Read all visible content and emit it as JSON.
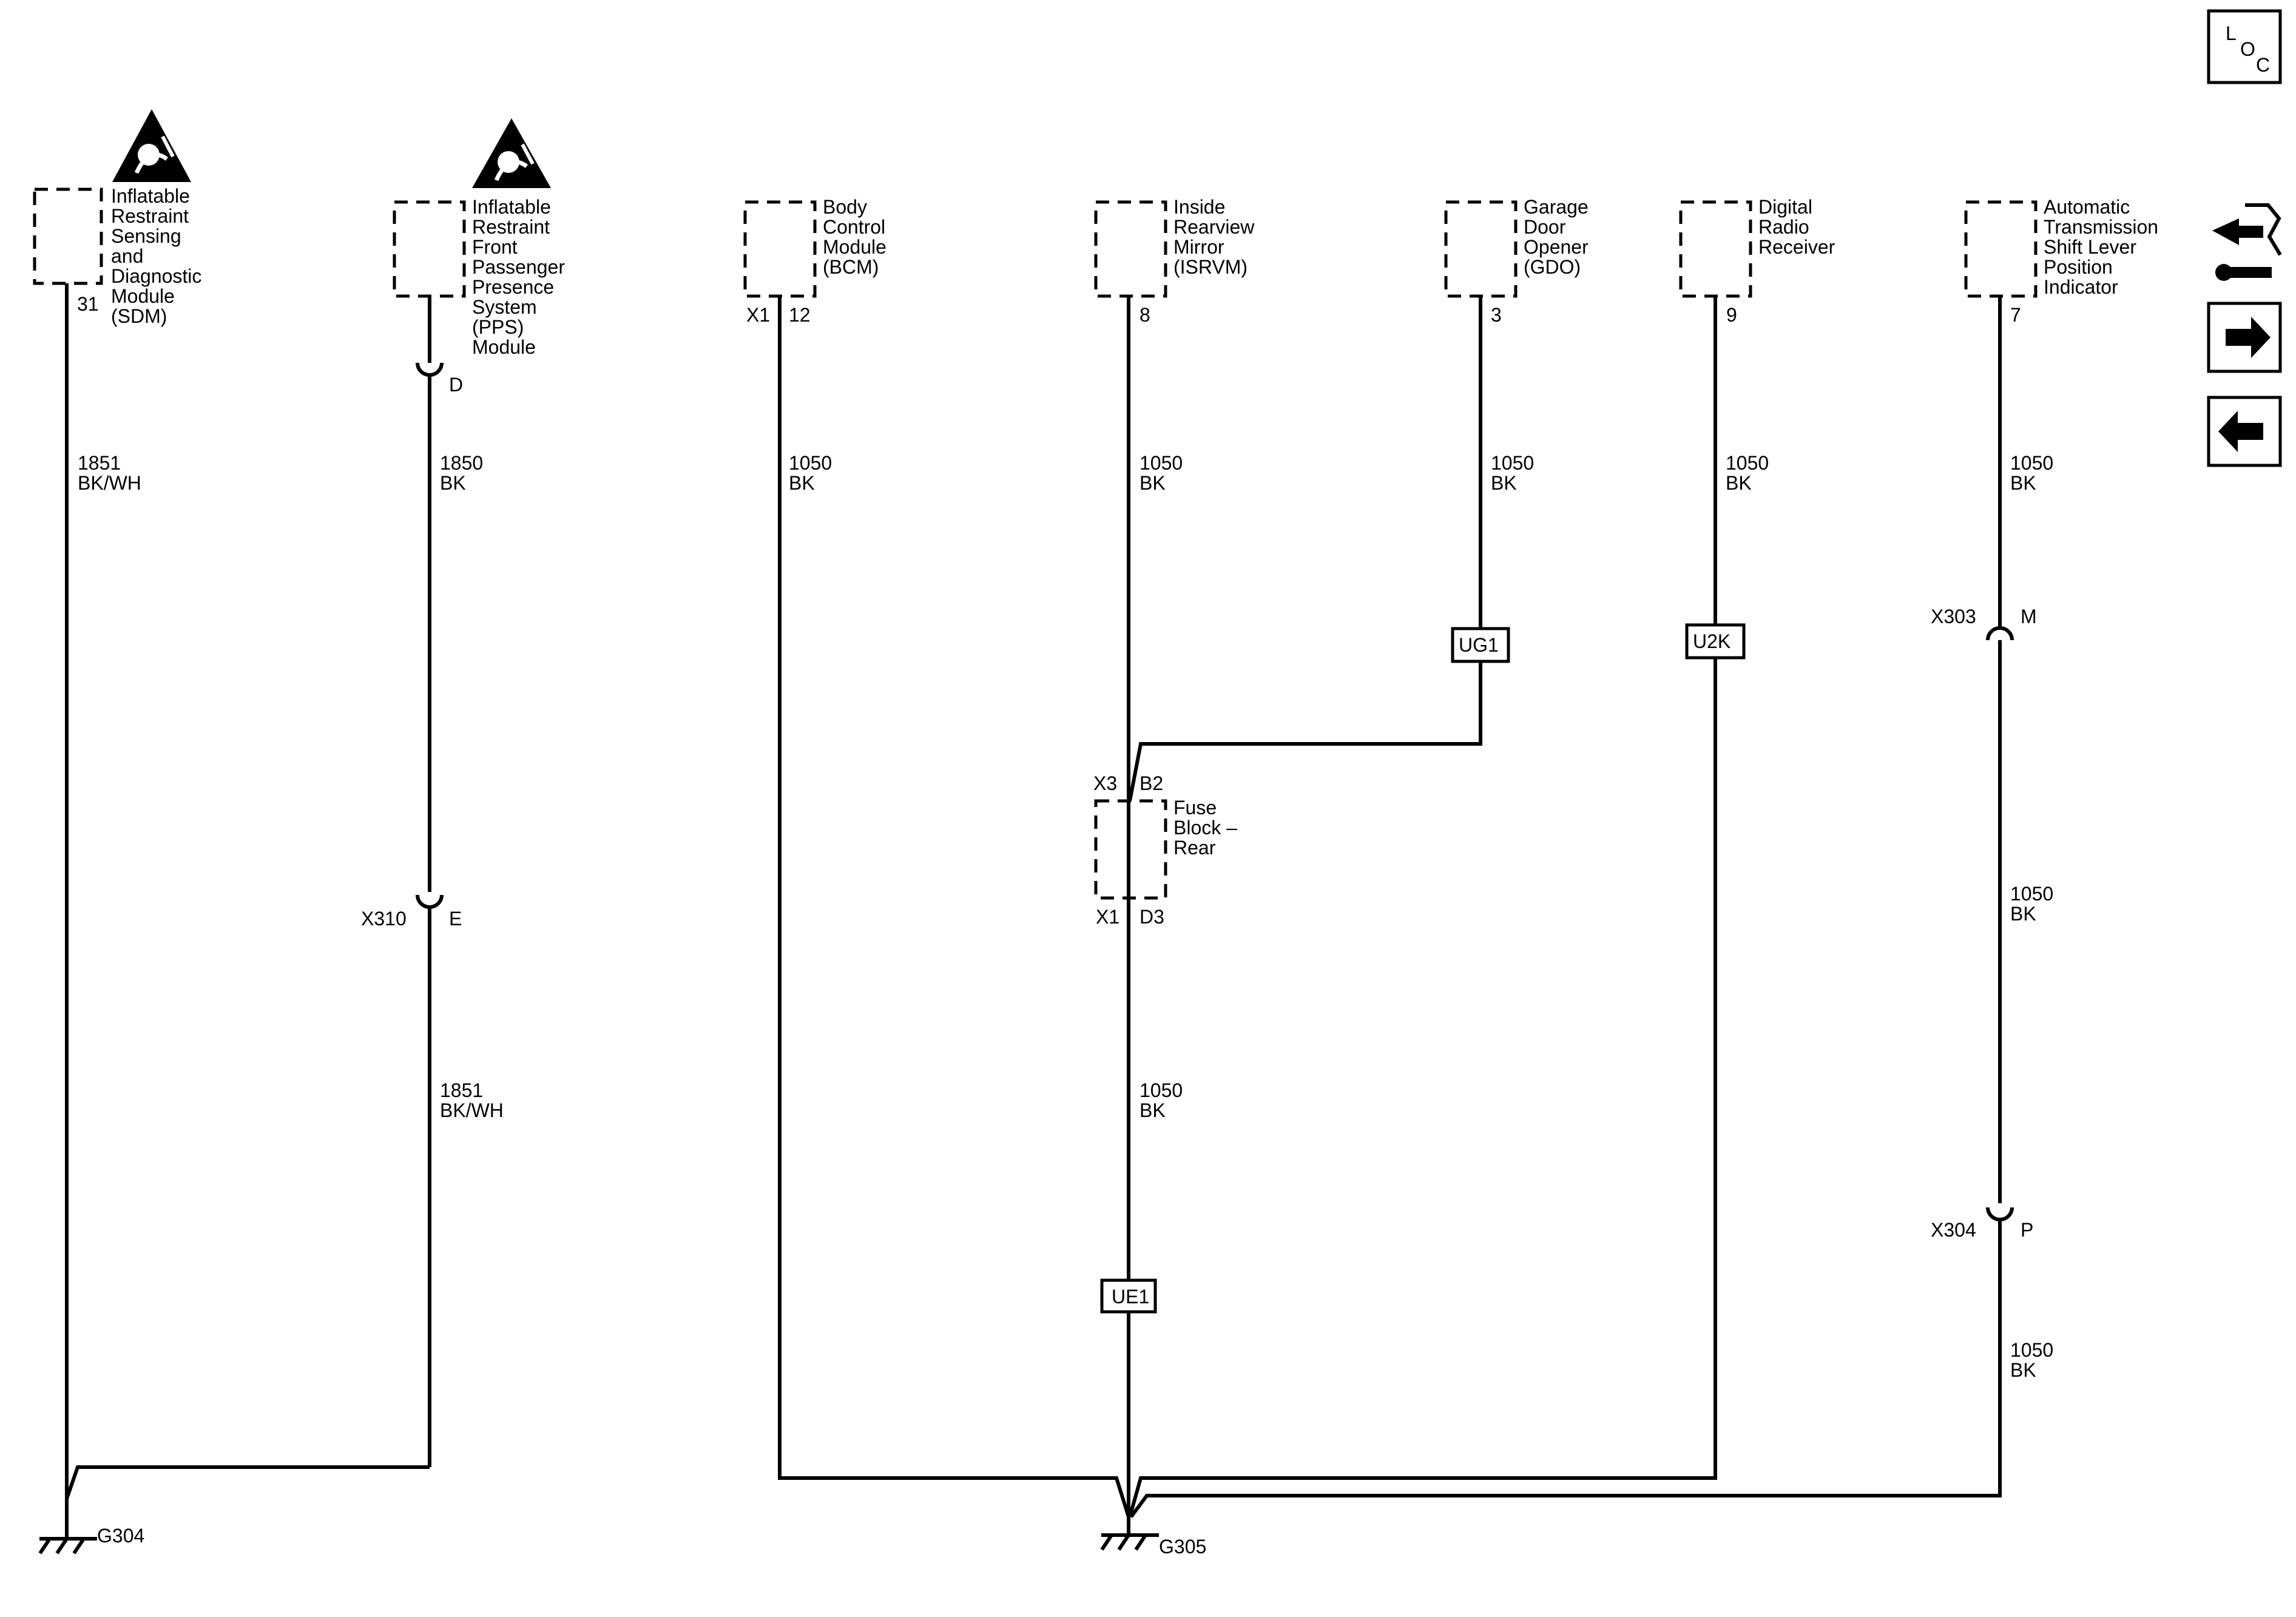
{
  "components": [
    {
      "id": "sdm",
      "lines": [
        "Inflatable",
        "Restraint",
        "Sensing",
        "and",
        "Diagnostic",
        "Module",
        "(SDM)"
      ],
      "pin": "31",
      "connector": ""
    },
    {
      "id": "pps",
      "lines": [
        "Inflatable",
        "Restraint",
        "Front",
        "Passenger",
        "Presence",
        "System",
        "(PPS)",
        "Module"
      ],
      "pin": "",
      "connector": ""
    },
    {
      "id": "bcm",
      "lines": [
        "Body",
        "Control",
        "Module",
        "(BCM)"
      ],
      "pin": "12",
      "connector": "X1"
    },
    {
      "id": "isrvm",
      "lines": [
        "Inside",
        "Rearview",
        "Mirror",
        "(ISRVM)"
      ],
      "pin": "8",
      "connector": ""
    },
    {
      "id": "gdo",
      "lines": [
        "Garage",
        "Door",
        "Opener",
        "(GDO)"
      ],
      "pin": "3",
      "connector": ""
    },
    {
      "id": "radio",
      "lines": [
        "Digital",
        "Radio",
        "Receiver"
      ],
      "pin": "9",
      "connector": ""
    },
    {
      "id": "shift",
      "lines": [
        "Automatic",
        "Transmission",
        "Shift Lever",
        "Position",
        "Indicator"
      ],
      "pin": "7",
      "connector": ""
    },
    {
      "id": "fuse",
      "lines": [
        "Fuse",
        "Block –",
        "Rear"
      ],
      "pin_top": "B2",
      "conn_top": "X3",
      "pin_bottom": "D3",
      "conn_bottom": "X1"
    }
  ],
  "wires": [
    {
      "id": "w-sdm",
      "circuit": "1851",
      "color": "BK/WH"
    },
    {
      "id": "w-pps-1",
      "circuit": "1850",
      "color": "BK"
    },
    {
      "id": "w-pps-2",
      "circuit": "1851",
      "color": "BK/WH"
    },
    {
      "id": "w-bcm",
      "circuit": "1050",
      "color": "BK"
    },
    {
      "id": "w-isrvm-1",
      "circuit": "1050",
      "color": "BK"
    },
    {
      "id": "w-isrvm-2",
      "circuit": "1050",
      "color": "BK"
    },
    {
      "id": "w-gdo",
      "circuit": "1050",
      "color": "BK"
    },
    {
      "id": "w-radio",
      "circuit": "1050",
      "color": "BK"
    },
    {
      "id": "w-shift-1",
      "circuit": "1050",
      "color": "BK"
    },
    {
      "id": "w-shift-2",
      "circuit": "1050",
      "color": "BK"
    },
    {
      "id": "w-shift-3",
      "circuit": "1050",
      "color": "BK"
    }
  ],
  "inline_connectors": [
    {
      "id": "pps-d",
      "name": "",
      "pin": "D"
    },
    {
      "id": "x310",
      "name": "X310",
      "pin": "E"
    },
    {
      "id": "x303",
      "name": "X303",
      "pin": "M"
    },
    {
      "id": "x304",
      "name": "X304",
      "pin": "P"
    }
  ],
  "option_codes": [
    "UG1",
    "U2K",
    "UE1"
  ],
  "grounds": [
    "G304",
    "G305"
  ],
  "nav": {
    "loc": [
      "L",
      "O",
      "C"
    ],
    "next_icon": "arrow-right-icon",
    "prev_icon": "arrow-left-icon",
    "info_icon": "connector-info-icon"
  }
}
